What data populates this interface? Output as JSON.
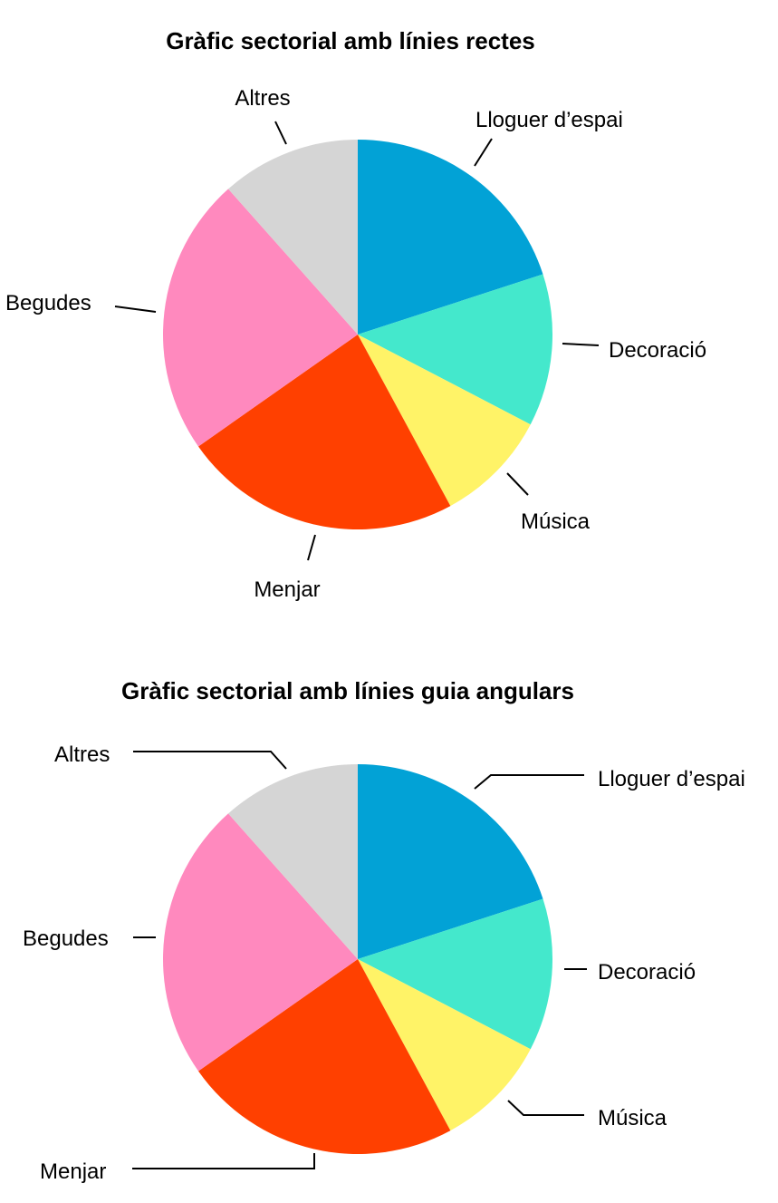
{
  "chart_data": [
    {
      "type": "pie",
      "title": "Gràfic sectorial amb línies rectes",
      "leader_style": "straight",
      "slices": [
        {
          "label": "Lloguer d’espai",
          "value": 19,
          "color": "#02a2d6"
        },
        {
          "label": "Decoració",
          "value": 12,
          "color": "#44e8cc"
        },
        {
          "label": "Música",
          "value": 9,
          "color": "#fff367"
        },
        {
          "label": "Menjar",
          "value": 22,
          "color": "#ff4000"
        },
        {
          "label": "Begudes",
          "value": 22,
          "color": "#ff89be"
        },
        {
          "label": "Altres",
          "value": 11,
          "color": "#d5d5d5"
        }
      ]
    },
    {
      "type": "pie",
      "title": "Gràfic sectorial amb línies guia angulars",
      "leader_style": "angled",
      "slices": [
        {
          "label": "Lloguer d’espai",
          "value": 19,
          "color": "#02a2d6"
        },
        {
          "label": "Decoració",
          "value": 12,
          "color": "#44e8cc"
        },
        {
          "label": "Música",
          "value": 9,
          "color": "#fff367"
        },
        {
          "label": "Menjar",
          "value": 22,
          "color": "#ff4000"
        },
        {
          "label": "Begudes",
          "value": 22,
          "color": "#ff89be"
        },
        {
          "label": "Altres",
          "value": 11,
          "color": "#d5d5d5"
        }
      ]
    }
  ]
}
